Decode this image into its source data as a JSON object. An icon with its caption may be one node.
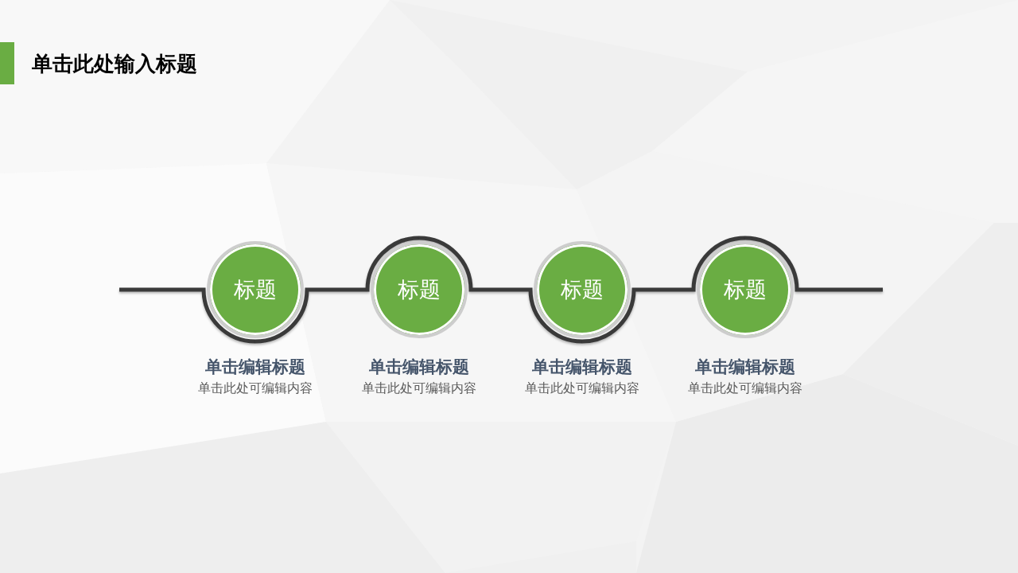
{
  "diagram": {
    "title": "单击此处输入标题",
    "nodes": [
      {
        "text": [
          "标题"
        ],
        "beside": [
          "单击编辑标题",
          "单击此处可编辑内容"
        ]
      },
      {
        "text": [
          "标题"
        ],
        "beside": [
          "单击编辑标题",
          "单击此处可编辑内容"
        ]
      },
      {
        "text": [
          "标题"
        ],
        "beside": [
          "单击编辑标题",
          "单击此处可编辑内容"
        ]
      },
      {
        "text": [
          "标题"
        ],
        "beside": [
          "单击编辑标题",
          "单击此处可编辑内容"
        ]
      }
    ],
    "edges": [
      {
        "from": null,
        "to": 0,
        "arrow": "none"
      },
      {
        "from": 0,
        "to": 1,
        "arrow": "none"
      },
      {
        "from": 1,
        "to": 2,
        "arrow": "none"
      },
      {
        "from": 2,
        "to": 3,
        "arrow": "none"
      },
      {
        "from": 3,
        "to": null,
        "arrow": "none"
      }
    ]
  }
}
